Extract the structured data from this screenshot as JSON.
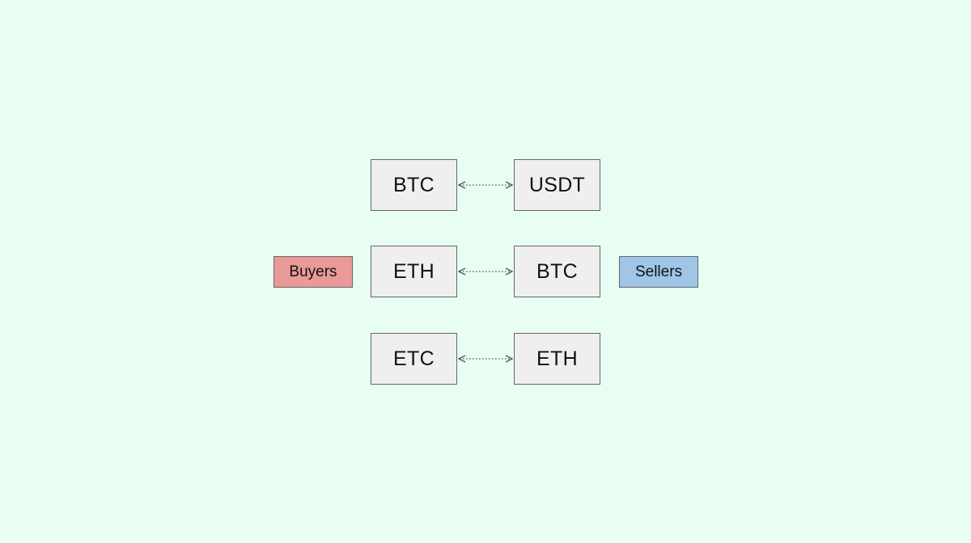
{
  "colors": {
    "background": "#e8fef2",
    "asset_box_fill": "#efefef",
    "buyers_fill": "#ea9999",
    "sellers_fill": "#9fc5e8",
    "connector": "#555555"
  },
  "pairs": [
    {
      "left": "BTC",
      "right": "USDT"
    },
    {
      "left": "ETH",
      "right": "BTC"
    },
    {
      "left": "ETC",
      "right": "ETH"
    }
  ],
  "buyers_label": "Buyers",
  "sellers_label": "Sellers"
}
